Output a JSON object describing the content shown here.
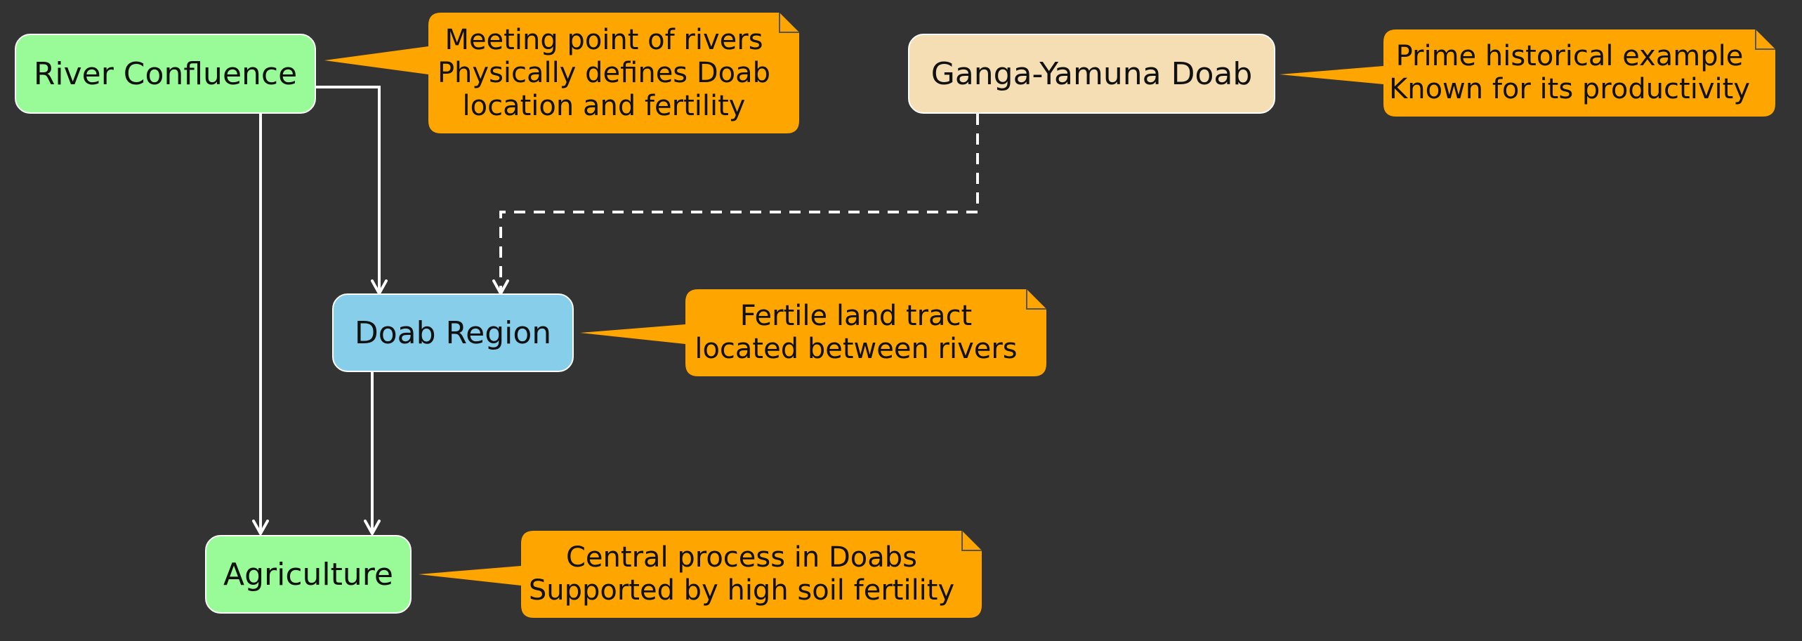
{
  "colors": {
    "background": "#333333",
    "node_green": "#98fb98",
    "node_blue": "#87ceeb",
    "node_wheat": "#f5deb3",
    "note": "#ffa500",
    "edge": "#ffffff"
  },
  "nodes": {
    "river_confluence": "River Confluence",
    "doab_region": "Doab Region",
    "agriculture": "Agriculture",
    "ganga_yamuna_doab": "Ganga-Yamuna Doab"
  },
  "notes": {
    "river_confluence": [
      "Meeting point of rivers",
      "Physically defines Doab",
      "location and fertility"
    ],
    "doab_region": [
      "Fertile land tract",
      "located between rivers"
    ],
    "agriculture": [
      "Central process in Doabs",
      "Supported by high soil fertility"
    ],
    "ganga_yamuna_doab": [
      "Prime historical example",
      "Known for its productivity"
    ]
  },
  "edges": [
    {
      "from": "river_confluence",
      "to": "doab_region",
      "style": "solid"
    },
    {
      "from": "river_confluence",
      "to": "agriculture",
      "style": "solid"
    },
    {
      "from": "doab_region",
      "to": "agriculture",
      "style": "solid"
    },
    {
      "from": "ganga_yamuna_doab",
      "to": "doab_region",
      "style": "dashed"
    }
  ]
}
